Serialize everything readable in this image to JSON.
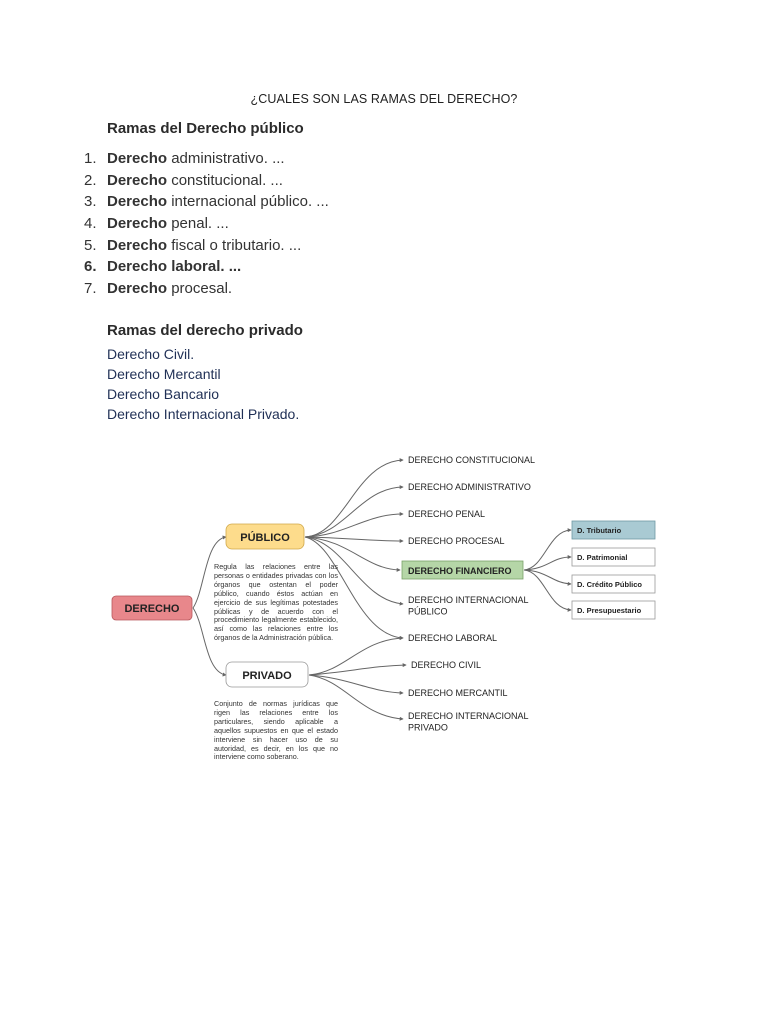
{
  "title": "¿CUALES SON LAS RAMAS DEL DERECHO?",
  "public_section": {
    "heading": "Ramas del Derecho público",
    "items": [
      {
        "num": "1.",
        "bold": "Derecho",
        "rest": " administrativo. ..."
      },
      {
        "num": "2.",
        "bold": "Derecho",
        "rest": " constitucional. ..."
      },
      {
        "num": "3.",
        "bold": "Derecho",
        "rest": " internacional público. ..."
      },
      {
        "num": "4.",
        "bold": "Derecho",
        "rest": " penal. ..."
      },
      {
        "num": "5.",
        "bold": "Derecho",
        "rest": " fiscal o tributario. ..."
      },
      {
        "num": "6.",
        "bold": "Derecho laboral. ...",
        "rest": ""
      },
      {
        "num": "7.",
        "bold": "Derecho",
        "rest": " procesal."
      }
    ]
  },
  "private_section": {
    "heading": "Ramas del derecho privado",
    "items": [
      "Derecho Civil.",
      "Derecho Mercantil",
      "Derecho Bancario",
      "Derecho Internacional Privado."
    ]
  },
  "diagram": {
    "root": "DERECHO",
    "publico": {
      "label": "PÚBLICO",
      "description": "Regula las relaciones entre las personas o entidades privadas con los órganos que ostentan el poder público, cuando éstos actúan en ejercicio de sus legítimas potestades públicas y de acuerdo con el procedimiento legalmente establecido, así como las relaciones entre los órganos de la Administración pública.",
      "branches": [
        "DERECHO CONSTITUCIONAL",
        "DERECHO ADMINISTRATIVO",
        "DERECHO PENAL",
        "DERECHO PROCESAL",
        "DERECHO FINANCIERO",
        "DERECHO INTERNACIONAL PÚBLICO",
        "DERECHO LABORAL"
      ]
    },
    "privado": {
      "label": "PRIVADO",
      "description": "Conjunto de normas jurídicas que rigen las relaciones entre los particulares, siendo aplicable a aquellos supuestos en que el estado interviene sin hacer uso de su autoridad, es decir, en los que no interviene como soberano.",
      "branches": [
        "DERECHO CIVIL",
        "DERECHO MERCANTIL",
        "DERECHO INTERNACIONAL PRIVADO"
      ]
    },
    "financiero_sub": [
      "D. Tributario",
      "D. Patrimonial",
      "D. Crédito Público",
      "D. Presupuestario"
    ],
    "colors": {
      "root": "#e8878b",
      "publico": "#fddc8c",
      "financiero": "#b5d6a7",
      "tributario": "#a9cad3",
      "line": "#666666"
    }
  }
}
